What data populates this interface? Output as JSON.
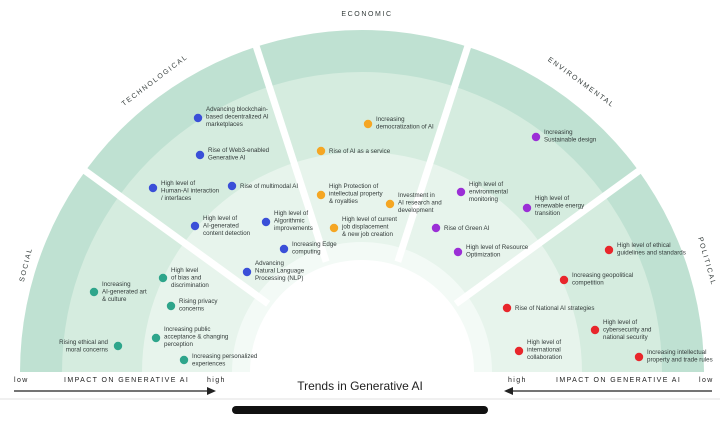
{
  "diagram": {
    "title": "Trends in Generative AI",
    "axis_left": {
      "low": "low",
      "label": "IMPACT ON GENERATIVE AI",
      "high": "high"
    },
    "axis_right": {
      "high": "high",
      "label": "IMPACT ON GENERATIVE AI",
      "low": "low"
    },
    "sectors": [
      {
        "key": "social",
        "title": "SOCIAL",
        "color": "#2ea58b",
        "items": [
          {
            "id": "s1",
            "lines": [
              "Increasing",
              "AI-generated art",
              "& culture"
            ]
          },
          {
            "id": "s2",
            "lines": [
              "High level",
              "of bias and",
              "discrimination"
            ]
          },
          {
            "id": "s3",
            "lines": [
              "Rising privacy",
              "concerns"
            ]
          },
          {
            "id": "s4",
            "lines": [
              "Rising ethical and",
              "moral concerns"
            ]
          },
          {
            "id": "s5",
            "lines": [
              "Increasing public",
              "acceptance & changing",
              "perception"
            ]
          },
          {
            "id": "s6",
            "lines": [
              "Increasing personalized",
              "experiences"
            ]
          }
        ]
      },
      {
        "key": "technological",
        "title": "TECHNOLOGICAL",
        "color": "#3a4fd8",
        "items": [
          {
            "id": "t1",
            "lines": [
              "Advancing blockchain-",
              "based decentralized AI",
              "marketplaces"
            ]
          },
          {
            "id": "t2",
            "lines": [
              "Rise of Web3-enabled",
              "Generative AI"
            ]
          },
          {
            "id": "t3",
            "lines": [
              "High level of",
              "Human-AI interaction",
              "/ interfaces"
            ]
          },
          {
            "id": "t4",
            "lines": [
              "Rise of multimodal AI"
            ]
          },
          {
            "id": "t5",
            "lines": [
              "High level of",
              "AI-generated",
              "content detection"
            ]
          },
          {
            "id": "t6",
            "lines": [
              "High level of",
              "Algorithmic",
              "improvements"
            ]
          },
          {
            "id": "t7",
            "lines": [
              "Increasing Edge",
              "computing"
            ]
          },
          {
            "id": "t8",
            "lines": [
              "Advancing",
              "Natural Language",
              "Processing (NLP)"
            ]
          }
        ]
      },
      {
        "key": "economic",
        "title": "ECONOMIC",
        "color": "#f5a623",
        "items": [
          {
            "id": "e1",
            "lines": [
              "Increasing",
              "democratization of AI"
            ]
          },
          {
            "id": "e2",
            "lines": [
              "Rise of AI as a service"
            ]
          },
          {
            "id": "e3",
            "lines": [
              "High Protection of",
              "intellectual property",
              "& royalties"
            ]
          },
          {
            "id": "e4",
            "lines": [
              "Investment in",
              "AI research and",
              "development"
            ]
          },
          {
            "id": "e5",
            "lines": [
              "High level of current",
              "job displacement",
              "& new job creation"
            ]
          }
        ]
      },
      {
        "key": "environmental",
        "title": "ENVIRONMENTAL",
        "color": "#9b2fd6",
        "items": [
          {
            "id": "v1",
            "lines": [
              "Increasing",
              "Sustainable design"
            ]
          },
          {
            "id": "v2",
            "lines": [
              "High level of",
              "environmental",
              "monitoring"
            ]
          },
          {
            "id": "v3",
            "lines": [
              "High level of",
              "renewable energy",
              "transition"
            ]
          },
          {
            "id": "v4",
            "lines": [
              "Rise of Green AI"
            ]
          },
          {
            "id": "v5",
            "lines": [
              "High level of Resource",
              "Optimization"
            ]
          }
        ]
      },
      {
        "key": "political",
        "title": "POLITICAL",
        "color": "#e8262b",
        "items": [
          {
            "id": "p1",
            "lines": [
              "High level of ethical",
              "guidelines and standards"
            ]
          },
          {
            "id": "p2",
            "lines": [
              "Increasing geopolitical",
              "competition"
            ]
          },
          {
            "id": "p3",
            "lines": [
              "Rise of National AI strategies"
            ]
          },
          {
            "id": "p4",
            "lines": [
              "High level of",
              "cybersecurity and",
              "national security"
            ]
          },
          {
            "id": "p5",
            "lines": [
              "High level of",
              "international",
              "collaboration"
            ]
          },
          {
            "id": "p6",
            "lines": [
              "Increasing intellectual",
              "property and trade rules"
            ]
          }
        ]
      }
    ],
    "ring_colors": [
      "#bfe1d2",
      "#d5ecdf",
      "#e7f4ec",
      "#f3faf6"
    ]
  }
}
